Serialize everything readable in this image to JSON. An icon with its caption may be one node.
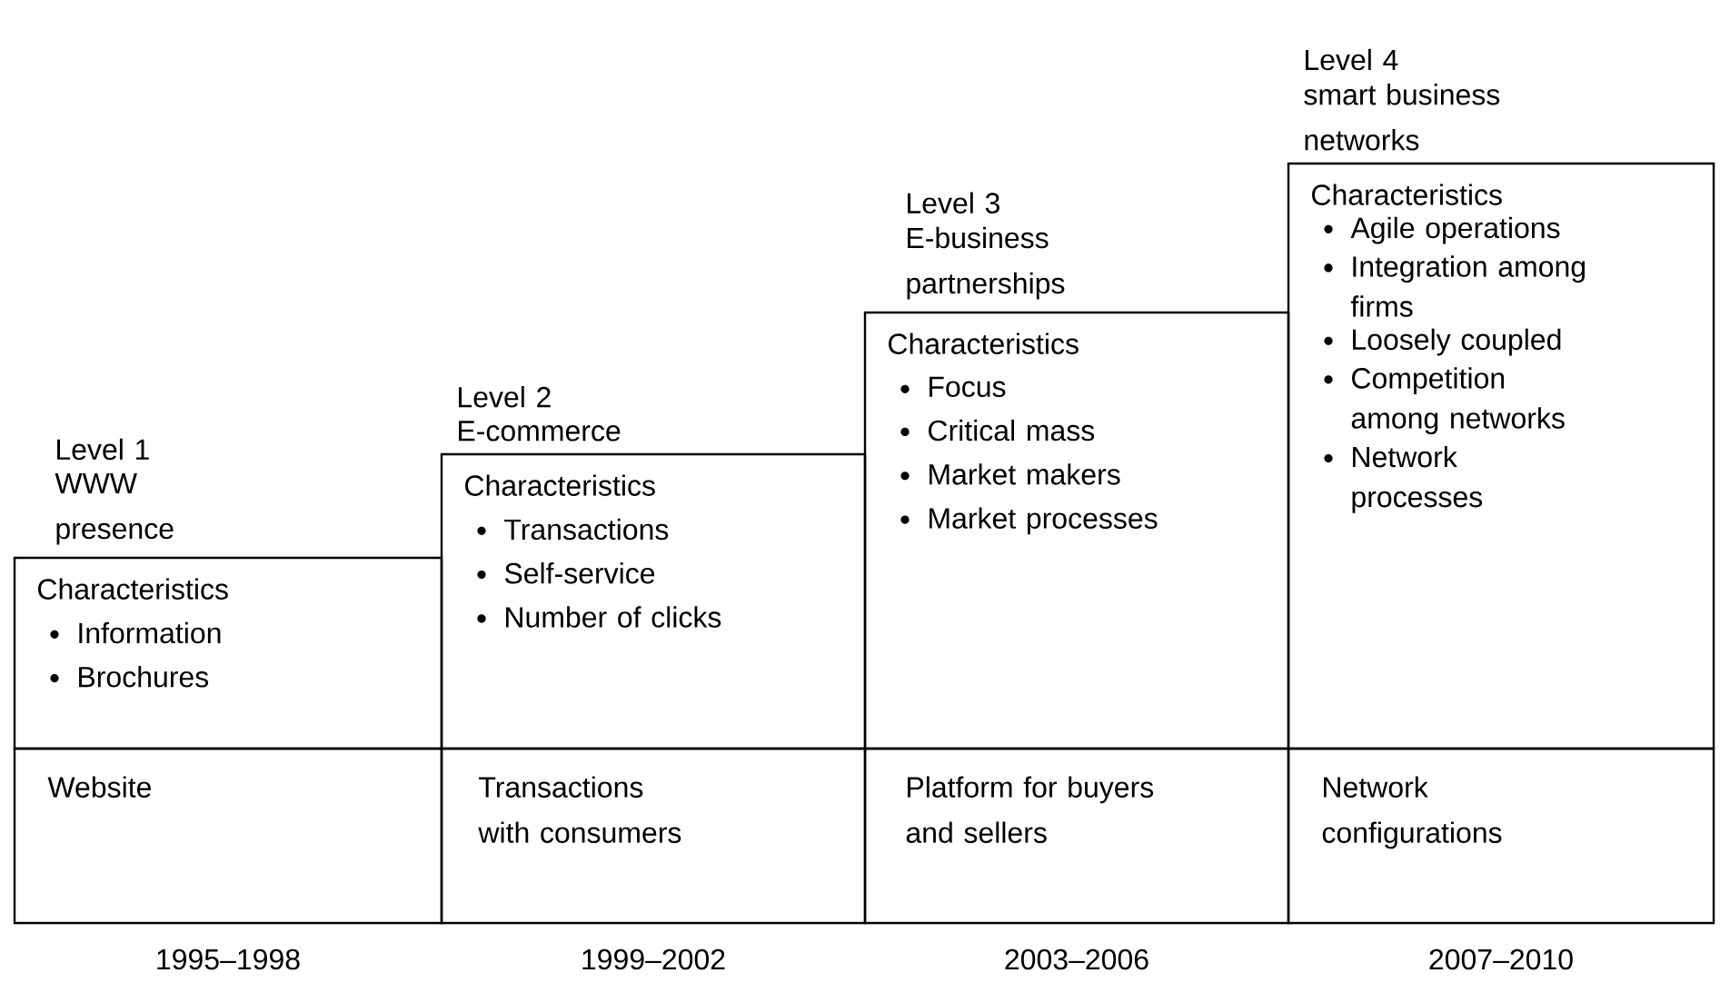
{
  "diagram": {
    "nodes": [
      {
        "text": [
          "Level 1",
          "WWW presence",
          "Characteristics",
          "Information",
          "Brochures"
        ]
      },
      {
        "text": [
          "Website"
        ]
      },
      {
        "text": [
          "Level 2",
          "E-commerce",
          "Characteristics",
          "Transactions",
          "Self-service",
          "Number of clicks"
        ]
      },
      {
        "text": [
          "Transactions with consumers"
        ]
      },
      {
        "text": [
          "Level 3",
          "E-business partnerships",
          "Characteristics",
          "Focus",
          "Critical mass",
          "Market makers",
          "Market processes"
        ]
      },
      {
        "text": [
          "Platform for buyers and sellers"
        ]
      },
      {
        "text": [
          "Level 4",
          "smart business networks",
          "Characteristics",
          "Agile operations",
          "Integration among firms",
          "Loosely coupled",
          "Competition among networks",
          "Network processes"
        ]
      },
      {
        "text": [
          "Network configurations"
        ]
      }
    ],
    "edges": [],
    "labels": [
      "1995–1998",
      "1999–2002",
      "2003–2006",
      "2007–2010"
    ]
  }
}
